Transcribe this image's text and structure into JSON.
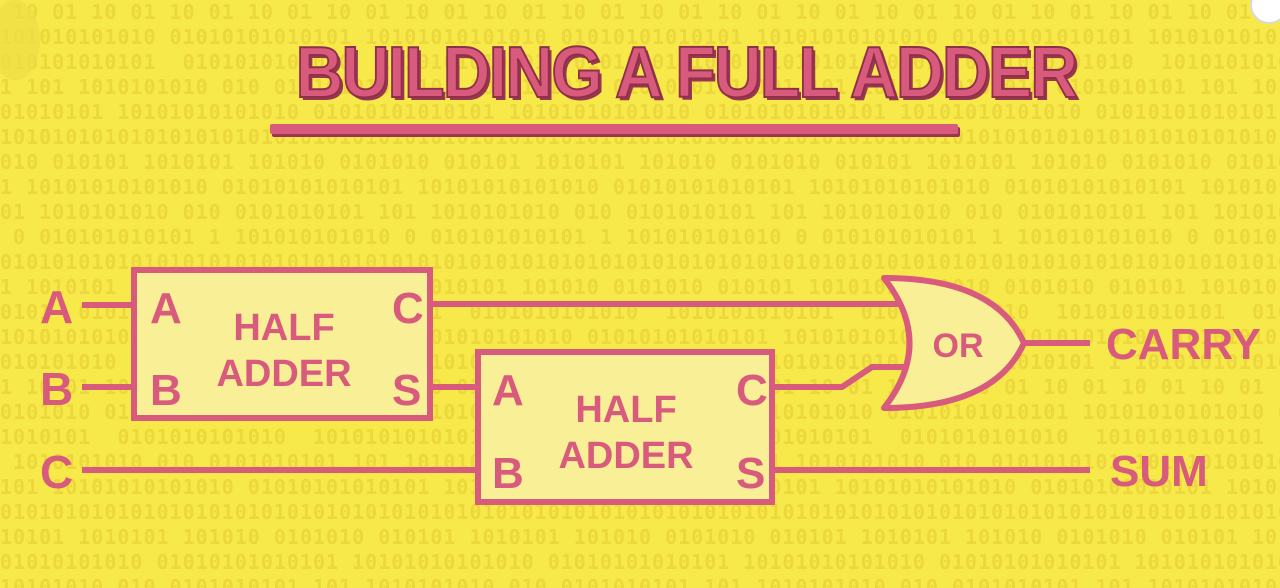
{
  "title": "BUILDING A FULL ADDER",
  "colors": {
    "background": "#f7e94a",
    "stroke": "#d85a7c",
    "block_fill": "#f9ef97",
    "binary_text": "#ecd73c"
  },
  "inputs": {
    "a": "A",
    "b": "B",
    "c": "C"
  },
  "half_adder_1": {
    "label_line1": "HALF",
    "label_line2": "ADDER",
    "in_a": "A",
    "in_b": "B",
    "out_c": "C",
    "out_s": "S"
  },
  "half_adder_2": {
    "label_line1": "HALF",
    "label_line2": "ADDER",
    "in_a": "A",
    "in_b": "B",
    "out_c": "C",
    "out_s": "S"
  },
  "or_gate": {
    "label": "OR"
  },
  "outputs": {
    "carry": "CARRY",
    "sum": "SUM"
  }
}
